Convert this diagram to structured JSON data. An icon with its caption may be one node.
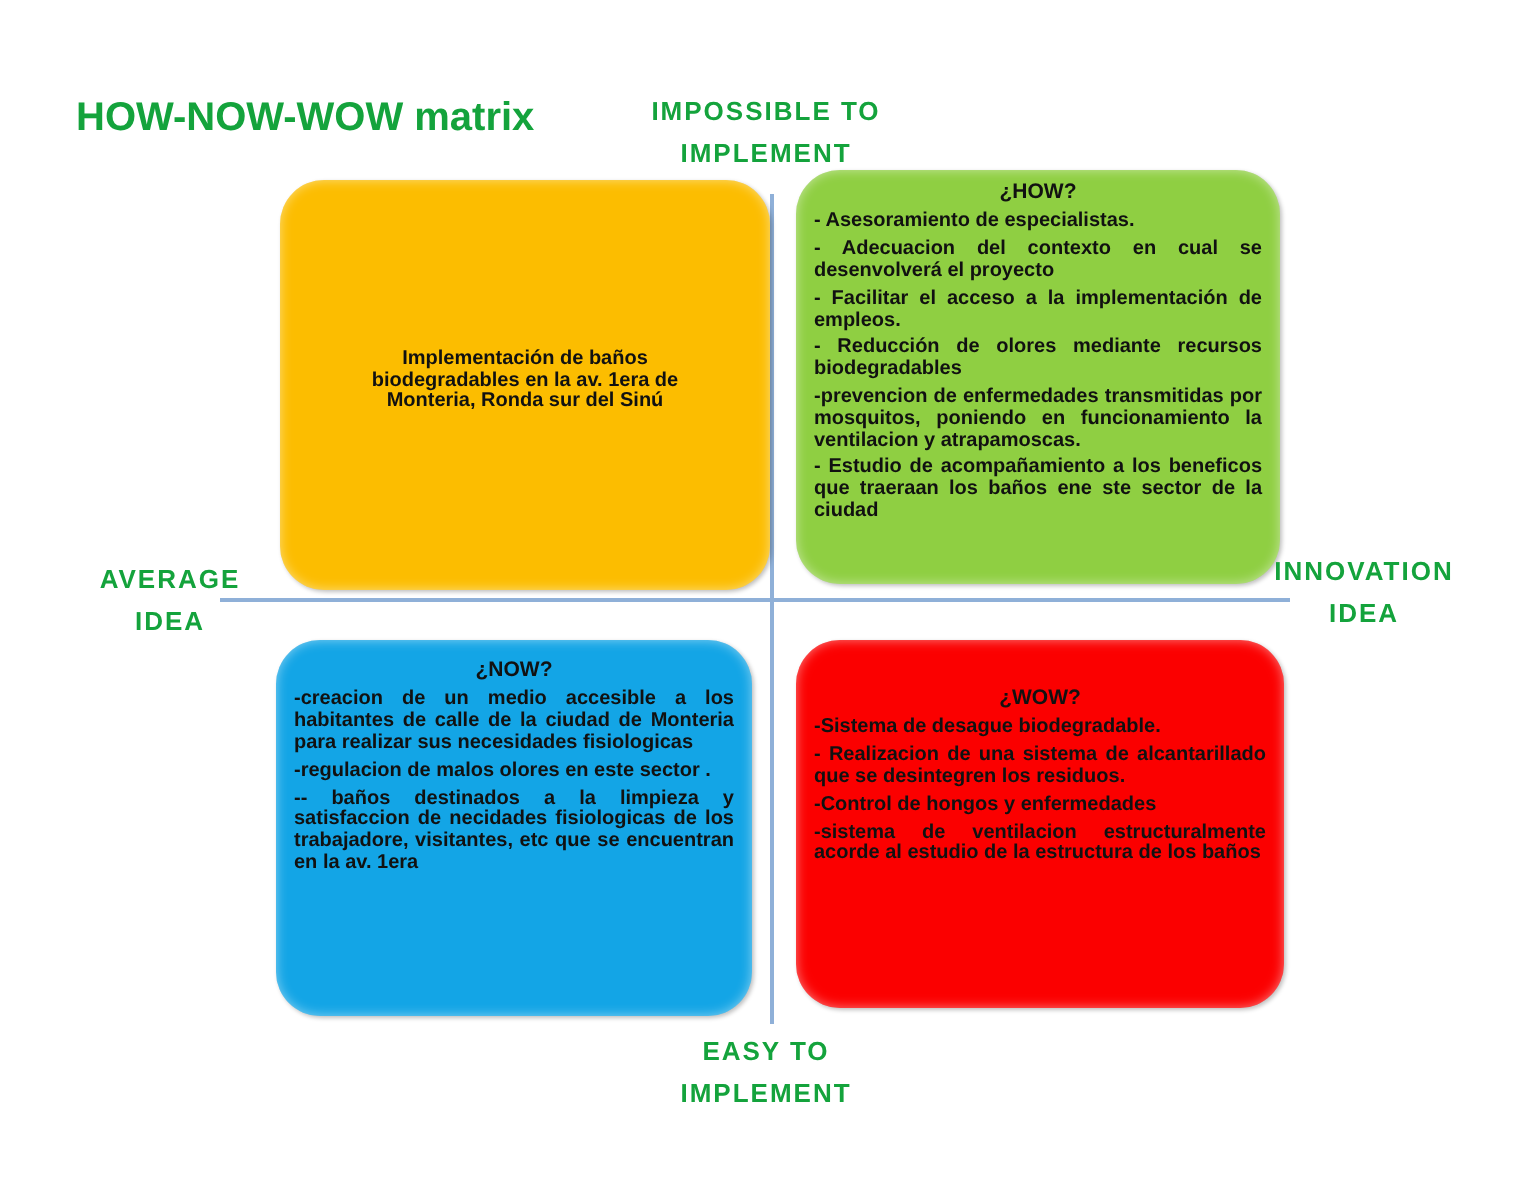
{
  "diagram": {
    "title": "HOW-NOW-WOW matrix",
    "nodes": [
      {
        "text": [
          "Implementación de baños biodegradables en la av. 1era  de Monteria, Ronda sur del Sinú"
        ]
      },
      {
        "text": [
          "¿HOW?",
          "- Asesoramiento de especialistas.",
          "-  Adecuacion del contexto en cual se desenvolverá el proyecto",
          "- Facilitar el acceso a la implementación de empleos.",
          "- Reducción de olores mediante  recursos biodegradables",
          "-prevencion de enfermedades transmitidas por mosquitos, poniendo en funcionamiento la ventilacion y atrapamoscas.",
          "- Estudio de acompañamiento a los beneficos que traeraan los baños ene ste sector de la ciudad"
        ]
      },
      {
        "text": [
          "¿NOW?",
          "-creacion de un medio accesible a los habitantes de calle de la ciudad de Monteria para realizar sus necesidades fisiologicas",
          "-regulacion de malos olores en este sector .",
          "-- baños destinados a la limpieza y satisfaccion de necidades fisiologicas de los trabajadore, visitantes, etc que se encuentran en la av. 1era"
        ]
      },
      {
        "text": [
          "¿WOW?",
          "-Sistema de desague biodegradable.",
          "- Realizacion de una sistema de alcantarillado que se  desintegren  los residuos.",
          "-Control de hongos y enfermedades",
          "-sistema de ventilacion estructuralmente acorde al estudio de la estructura de los baños"
        ]
      }
    ],
    "labels": [
      "IMPOSSIBLE TO IMPLEMENT",
      "AVERAGE IDEA",
      "INNOVATION IDEA",
      "EASY TO IMPLEMENT"
    ]
  }
}
